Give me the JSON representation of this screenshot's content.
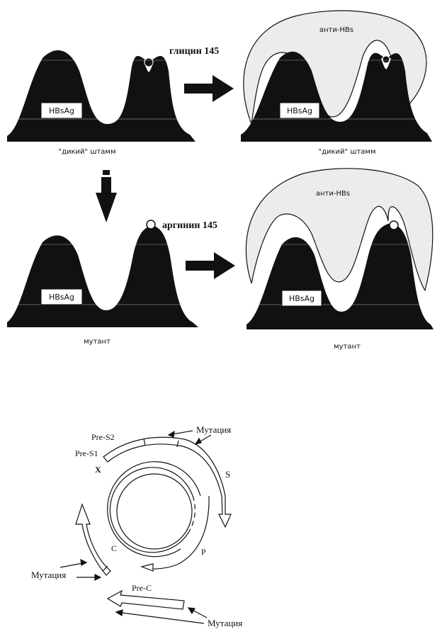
{
  "panels": {
    "wild_left": {
      "antigen": "HBsAg",
      "residue": "глицин 145",
      "caption": "\"дикий\" штамм"
    },
    "wild_right": {
      "antigen": "HBsAg",
      "antibody": "анти-HBs",
      "caption": "\"дикий\" штамм"
    },
    "mutant_left": {
      "antigen": "HBsAg",
      "residue": "аргинин 145",
      "caption": "мутант"
    },
    "mutant_right": {
      "antigen": "HBsAg",
      "antibody": "анти-HBs",
      "caption": "мутант"
    }
  },
  "genome": {
    "pre_s2": "Pre-S2",
    "pre_s1": "Pre-S1",
    "x": "X",
    "s": "S",
    "p": "P",
    "c": "C",
    "pre_c": "Pre-C",
    "mutation_top": "Мутация",
    "mutation_left": "Мутация",
    "mutation_bottom": "Мутация"
  },
  "colors": {
    "ink": "#111111",
    "antibody_fill": "#ececec",
    "paper": "#ffffff"
  }
}
